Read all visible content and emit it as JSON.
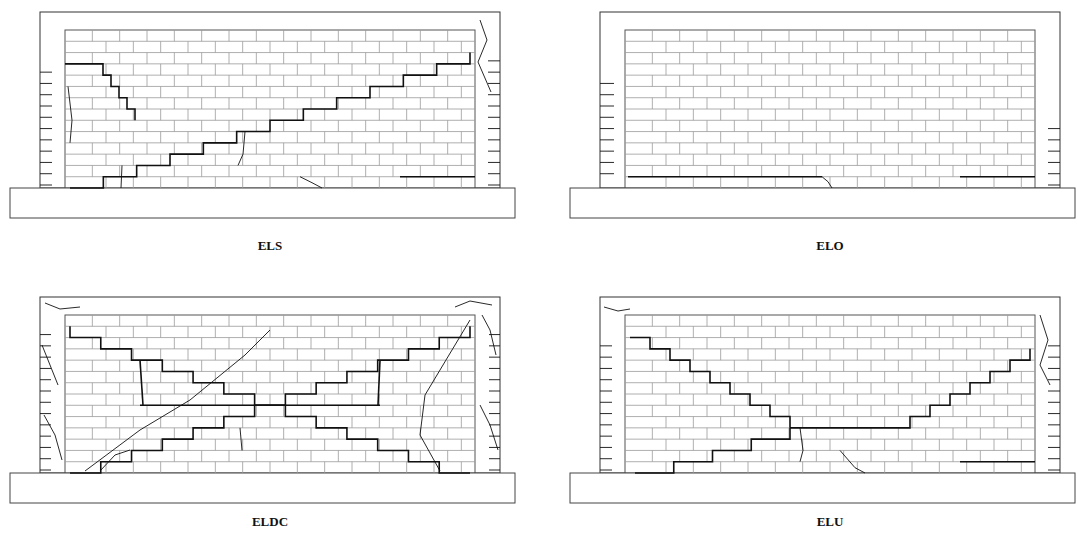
{
  "diagram": {
    "labels": [
      "ELS",
      "ELO",
      "ELDC",
      "ELU"
    ]
  }
}
